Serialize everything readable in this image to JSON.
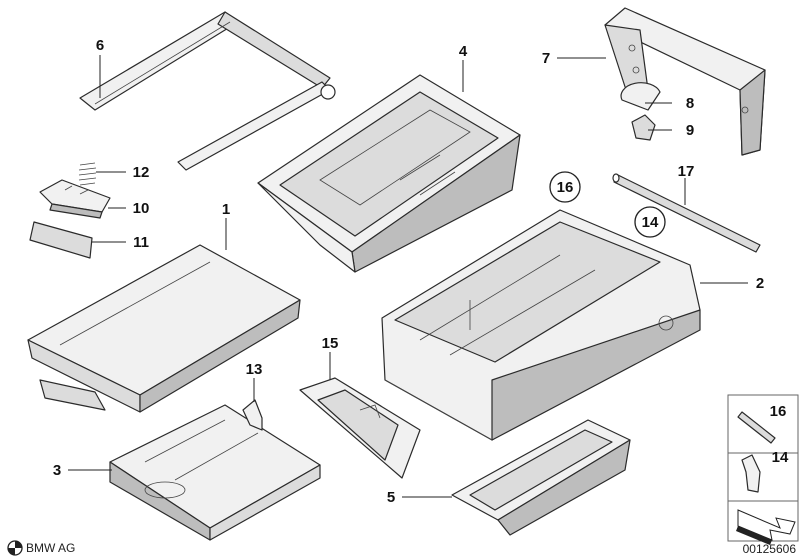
{
  "callouts": {
    "c1": "1",
    "c2": "2",
    "c3": "3",
    "c4": "4",
    "c5": "5",
    "c6": "6",
    "c7": "7",
    "c8": "8",
    "c9": "9",
    "c10": "10",
    "c11": "11",
    "c12": "12",
    "c13": "13",
    "c14": "14",
    "c15": "15",
    "c16": "16",
    "c17": "17"
  },
  "circled": {
    "c14": "14",
    "c16": "16"
  },
  "legend": {
    "item16": "16",
    "item14": "14"
  },
  "footer": {
    "brand": "BMW AG",
    "doc_number": "00125606"
  },
  "colors": {
    "line": "#2b2b2b",
    "part_fill": "#f1f1f1",
    "shade": "#bdbdbd"
  }
}
